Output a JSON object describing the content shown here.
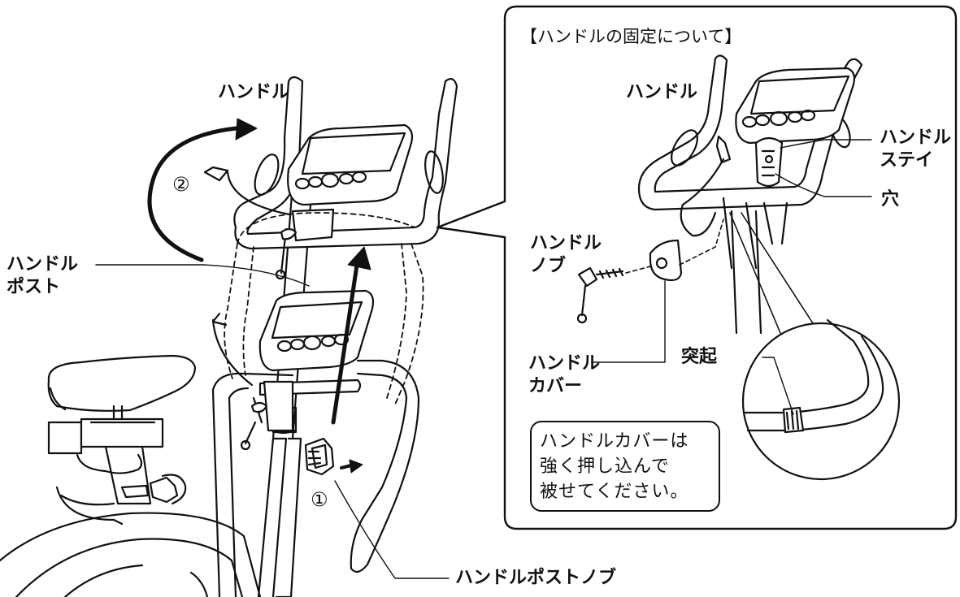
{
  "labels": {
    "handle_main": "ハンドル",
    "handle_post": [
      "ハンドル",
      "ポスト"
    ],
    "handle_post_knob": "ハンドルポストノブ",
    "step1": "①",
    "step2": "②"
  },
  "detail": {
    "title": "【ハンドルの固定について】",
    "handle": "ハンドル",
    "handle_stay": [
      "ハンドル",
      "ステイ"
    ],
    "hole": "穴",
    "handle_knob": [
      "ハンドル",
      "ノブ"
    ],
    "handle_cover": [
      "ハンドル",
      "カバー"
    ],
    "protrusion": "突起",
    "note": [
      "ハンドルカバーは",
      "強く押し込んで",
      "被せてください。"
    ]
  }
}
